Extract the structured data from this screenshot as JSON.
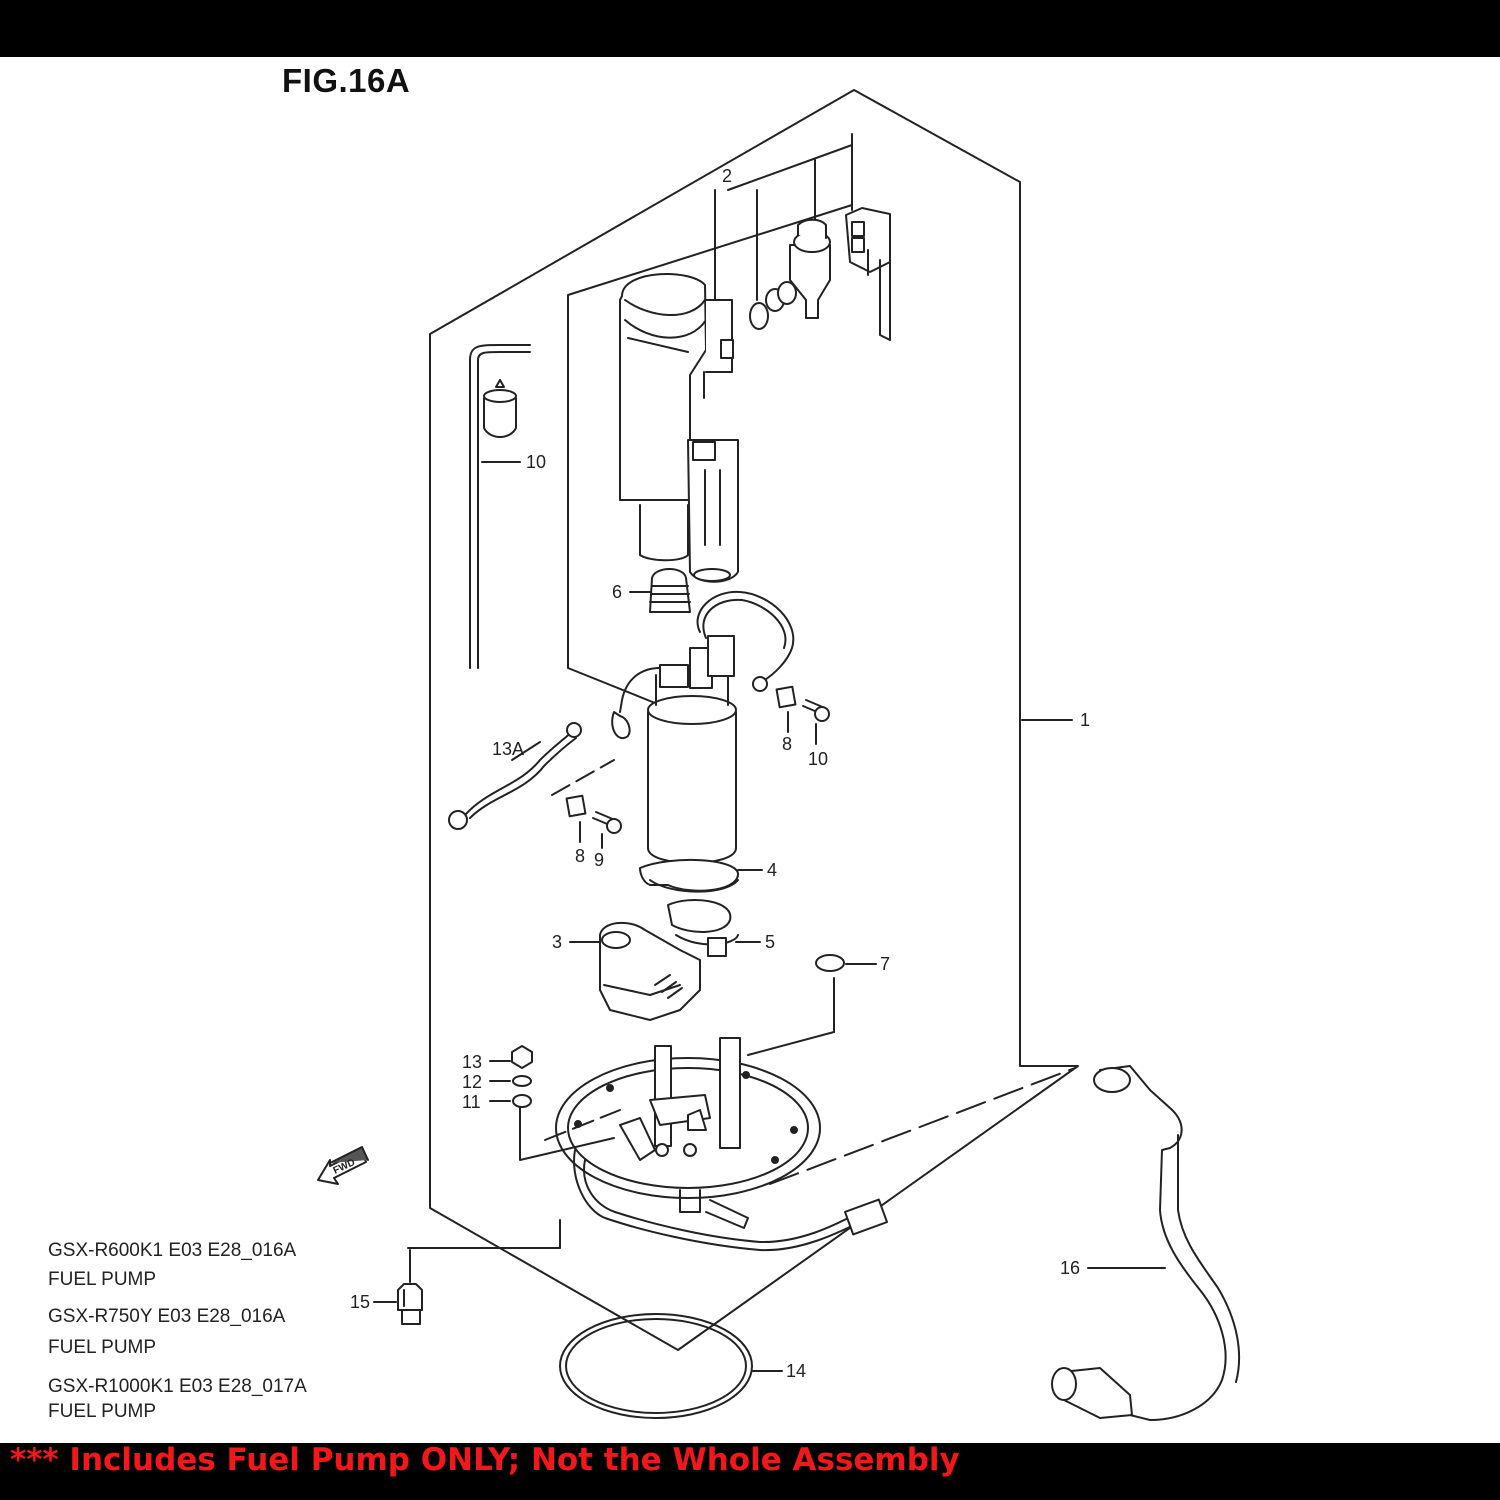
{
  "figure": {
    "title": "FIG.16A"
  },
  "callouts": {
    "c1": "1",
    "c2": "2",
    "c3": "3",
    "c4": "4",
    "c5": "5",
    "c6": "6",
    "c7": "7",
    "c8a": "8",
    "c8b": "8",
    "c9": "9",
    "c10a": "10",
    "c10b": "10",
    "c11": "11",
    "c12": "12",
    "c13": "13",
    "c13a": "13A",
    "c14": "14",
    "c15": "15",
    "c16": "16"
  },
  "fwd_badge": "FWD",
  "applications": [
    {
      "model": "GSX-R600K1 E03 E28_016A",
      "part": "FUEL PUMP"
    },
    {
      "model": "GSX-R750Y E03 E28_016A",
      "part": "FUEL PUMP"
    },
    {
      "model": "GSX-R1000K1 E03 E28_017A",
      "part": "FUEL PUMP"
    }
  ],
  "disclaimer": "*** Includes Fuel Pump ONLY; Not the Whole Assembly",
  "colors": {
    "border": "#000000",
    "background": "#ffffff",
    "disclaimer": "#f2171b",
    "line": "#222222"
  }
}
